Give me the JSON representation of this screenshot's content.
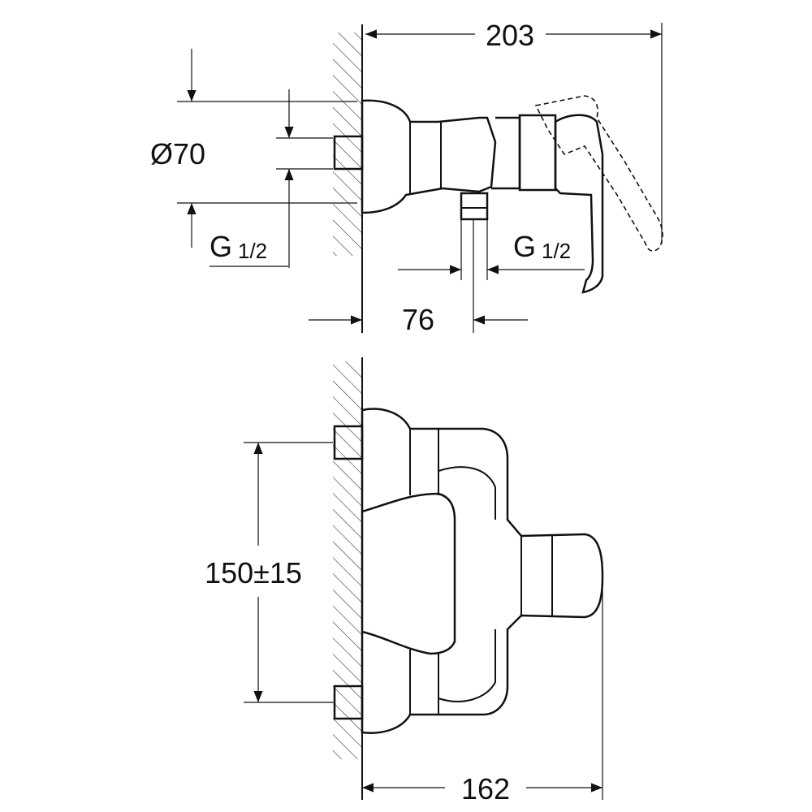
{
  "drawing": {
    "side_view": {
      "width_total": "203",
      "diameter": "Ø70",
      "thread_inlet": "G",
      "thread_inlet_fraction": "1/2",
      "thread_outlet": "G",
      "thread_outlet_fraction": "1/2",
      "outlet_offset": "76"
    },
    "front_view": {
      "inlet_spacing": "150±15",
      "depth": "162"
    }
  },
  "colors": {
    "line": "#111111",
    "background": "#ffffff"
  }
}
